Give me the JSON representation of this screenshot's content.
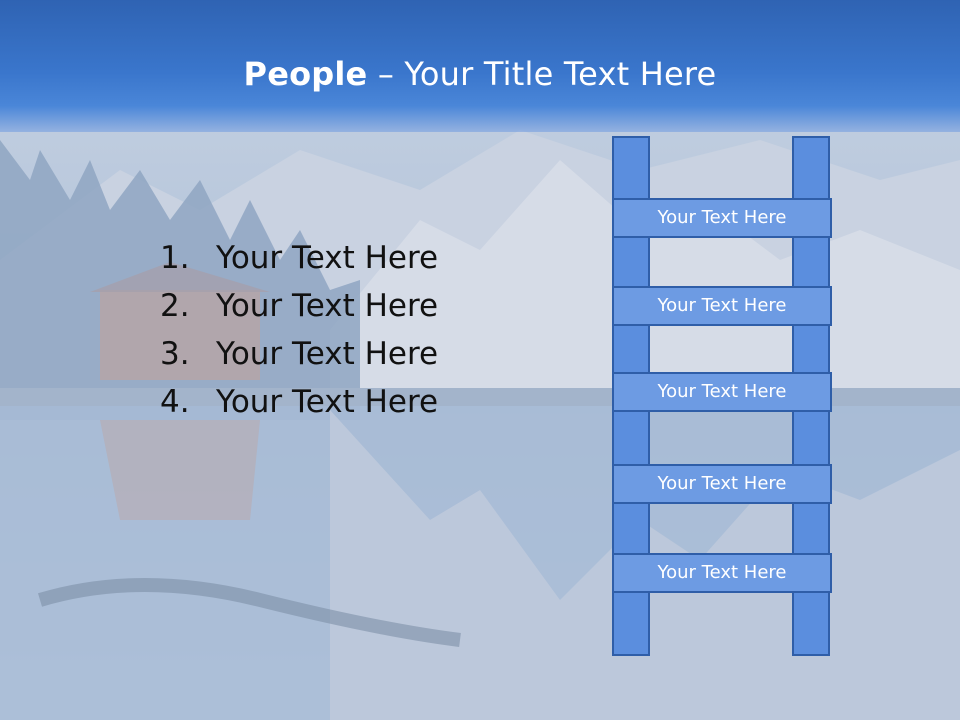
{
  "slide": {
    "title_bold": "People",
    "title_rest": " – Your Title Text Here",
    "list_items": [
      {
        "number": "1.",
        "text": "Your Text Here"
      },
      {
        "number": "2.",
        "text": "Your Text Here"
      },
      {
        "number": "3.",
        "text": "Your Text Here"
      },
      {
        "number": "4.",
        "text": "Your Text Here"
      }
    ],
    "ladder_rungs": [
      "Your Text Here",
      "Your Text Here",
      "Your Text Here",
      "Your Text Here",
      "Your Text Here"
    ]
  },
  "colors": {
    "title_band": "#3a76cc",
    "ladder_fill": "#6d9be3",
    "ladder_border": "#2f5ea8"
  }
}
